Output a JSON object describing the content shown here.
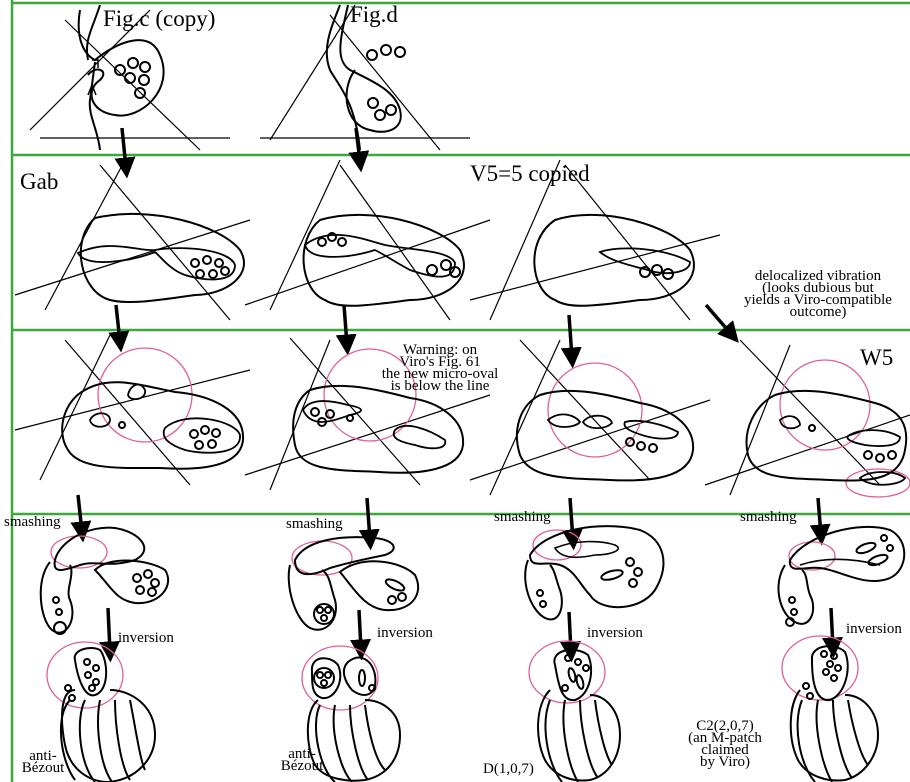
{
  "titles": {
    "fig_c": "Fig.c (copy)",
    "fig_d": "Fig.d",
    "gab": "Gab",
    "v5": "V5=5 copied",
    "w5": "W5"
  },
  "notes": {
    "delocalized": [
      "delocalized vibration",
      "(looks dubious but",
      "yields a Viro-compatible",
      "outcome)"
    ],
    "warning": [
      "Warning: on",
      "Viro's Fig. 61",
      "the new micro-oval",
      "is below the line"
    ]
  },
  "operations": {
    "smashing": "smashing",
    "inversion": "inversion"
  },
  "results": {
    "col1": [
      "anti-",
      "Bézout"
    ],
    "col2": [
      "anti-",
      "Bézout"
    ],
    "col3": "D(1,0,7)",
    "col4": [
      "C2(2,0,7)",
      "(an M-patch",
      "claimed",
      "by Viro)"
    ]
  },
  "colors": {
    "frame": "#3aa83a",
    "circle": "#e0609a",
    "ink": "#000000"
  }
}
